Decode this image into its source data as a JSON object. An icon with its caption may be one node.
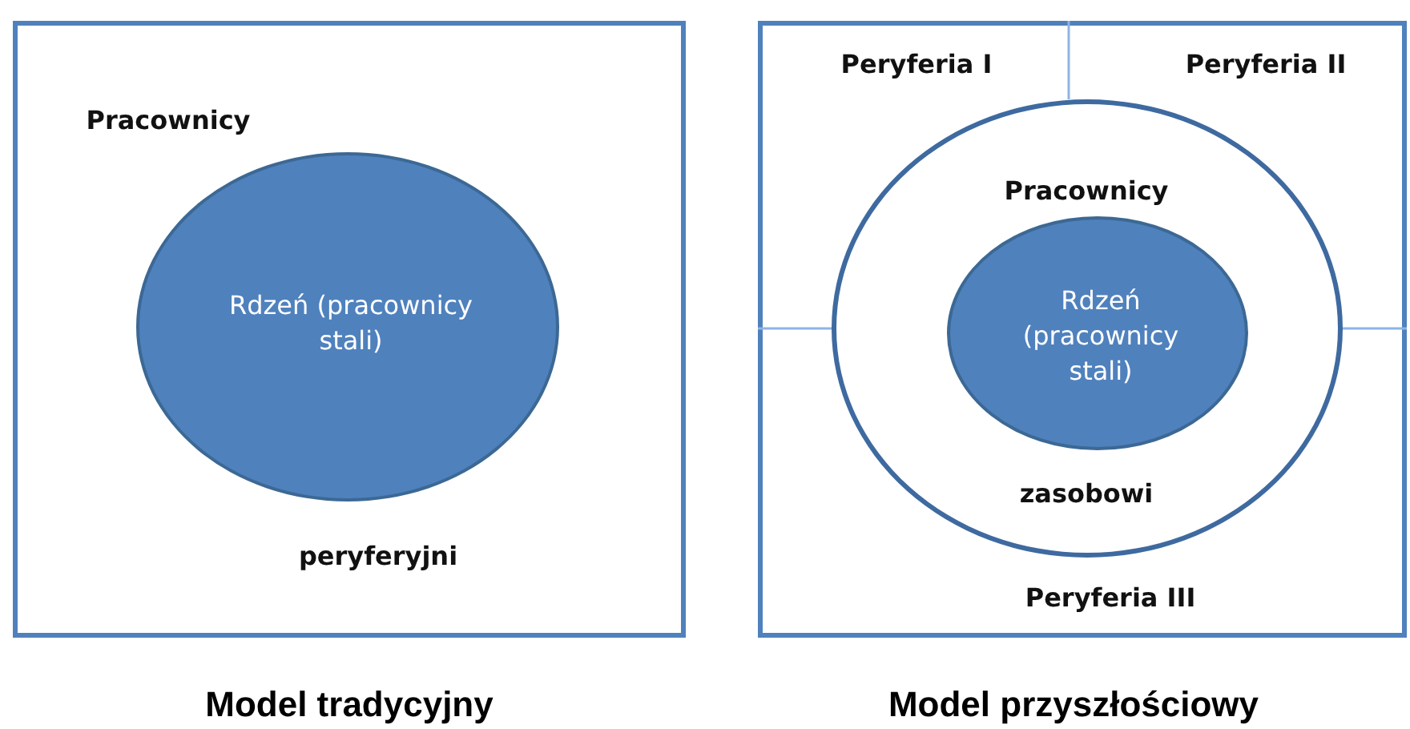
{
  "diagram": {
    "nodes": [
      {
        "text": [
          "Pracownicy",
          "peryferyjni",
          "Model tradycyjny"
        ]
      },
      {
        "text": [
          "Rdzeń (pracownicy stali)"
        ],
        "in": 0
      },
      {
        "text": [
          "Peryferia I",
          "Peryferia II",
          "Peryferia III",
          "Model przyszłościowy"
        ]
      },
      {
        "text": [
          "Pracownicy",
          "zasobowi"
        ],
        "in": 2
      },
      {
        "text": [
          "Rdzeń (pracownicy stali)"
        ],
        "in": 3
      }
    ]
  }
}
